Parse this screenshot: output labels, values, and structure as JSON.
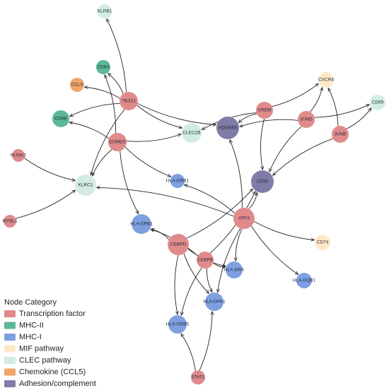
{
  "colors": {
    "tf": "#e08a8c",
    "mhc2": "#5cb896",
    "mhc1": "#7ea0e0",
    "mif": "#fde9c9",
    "clec": "#d3ece3",
    "ccl5": "#f0a56a",
    "adh": "#7f7ca8"
  },
  "nodes": [
    {
      "id": "KLRB1",
      "label": "KLRB1",
      "cat": "clec"
    },
    {
      "id": "CD8A",
      "label": "CD8A",
      "cat": "mhc2"
    },
    {
      "id": "CCL5",
      "label": "CCL5",
      "cat": "ccl5"
    },
    {
      "id": "TBX21",
      "label": "TBX21",
      "cat": "tf"
    },
    {
      "id": "CD8B",
      "label": "CD8B",
      "cat": "mhc2"
    },
    {
      "id": "EOMES",
      "label": "EOMES",
      "cat": "tf"
    },
    {
      "id": "RUNX2",
      "label": "RUNX2",
      "cat": "tf"
    },
    {
      "id": "KLRC1",
      "label": "KLRC1",
      "cat": "clec"
    },
    {
      "id": "MYBL1",
      "label": "MYBL1",
      "cat": "tf"
    },
    {
      "id": "CLEC2B",
      "label": "CLEC2B",
      "cat": "clec"
    },
    {
      "id": "ADGRE5",
      "label": "ADGRE5",
      "cat": "adh"
    },
    {
      "id": "CREM",
      "label": "CREM",
      "cat": "tf"
    },
    {
      "id": "CXCR4",
      "label": "CXCR4",
      "cat": "mif"
    },
    {
      "id": "CD69",
      "label": "CD69",
      "cat": "clec"
    },
    {
      "id": "JUND",
      "label": "JUND",
      "cat": "tf"
    },
    {
      "id": "JUNB",
      "label": "JUNB",
      "cat": "tf"
    },
    {
      "id": "HLA-DRB1",
      "label": "HLA-DRB1",
      "cat": "mhc1"
    },
    {
      "id": "CD55",
      "label": "CD55",
      "cat": "adh"
    },
    {
      "id": "ATF3",
      "label": "ATF3",
      "cat": "tf"
    },
    {
      "id": "HLA-DPB1",
      "label": "HLA-DPB1",
      "cat": "mhc1"
    },
    {
      "id": "CD74",
      "label": "CD74",
      "cat": "mif"
    },
    {
      "id": "CEBPD",
      "label": "CEBPD",
      "cat": "tf"
    },
    {
      "id": "CEBPB",
      "label": "CEBPB",
      "cat": "tf"
    },
    {
      "id": "HLA-DRA",
      "label": "HLA-DRA",
      "cat": "mhc1"
    },
    {
      "id": "HLA-DQB1",
      "label": "HLA-DQB1",
      "cat": "mhc1"
    },
    {
      "id": "HLA-DPA1",
      "label": "HLA-DPA1",
      "cat": "mhc1"
    },
    {
      "id": "HLA-DRB5",
      "label": "HLA-DRB5",
      "cat": "mhc1"
    },
    {
      "id": "STAT1",
      "label": "STAT1",
      "cat": "tf"
    }
  ],
  "edges": [
    [
      "TBX21",
      "KLRB1"
    ],
    [
      "TBX21",
      "CCL5"
    ],
    [
      "TBX21",
      "CD8A"
    ],
    [
      "TBX21",
      "CD8B"
    ],
    [
      "TBX21",
      "CLEC2B"
    ],
    [
      "TBX21",
      "ADGRE5"
    ],
    [
      "TBX21",
      "KLRC1"
    ],
    [
      "EOMES",
      "CD8A"
    ],
    [
      "EOMES",
      "CD8B"
    ],
    [
      "EOMES",
      "CLEC2B"
    ],
    [
      "EOMES",
      "HLA-DRB1"
    ],
    [
      "EOMES",
      "KLRC1"
    ],
    [
      "EOMES",
      "HLA-DPB1"
    ],
    [
      "RUNX2",
      "KLRC1"
    ],
    [
      "MYBL1",
      "KLRC1"
    ],
    [
      "CREM",
      "CLEC2B"
    ],
    [
      "CREM",
      "ADGRE5"
    ],
    [
      "CREM",
      "CXCR4"
    ],
    [
      "CREM",
      "CD55"
    ],
    [
      "JUND",
      "ADGRE5"
    ],
    [
      "JUND",
      "CXCR4"
    ],
    [
      "JUND",
      "CD69"
    ],
    [
      "JUND",
      "CD55"
    ],
    [
      "JUNB",
      "CXCR4"
    ],
    [
      "JUNB",
      "CD69"
    ],
    [
      "JUNB",
      "CD55"
    ],
    [
      "ATF3",
      "ADGRE5"
    ],
    [
      "ATF3",
      "HLA-DRB1"
    ],
    [
      "ATF3",
      "CD55"
    ],
    [
      "ATF3",
      "CD74"
    ],
    [
      "ATF3",
      "HLA-DRA"
    ],
    [
      "ATF3",
      "HLA-DQB1"
    ],
    [
      "ATF3",
      "HLA-DPA1"
    ],
    [
      "ATF3",
      "KLRC1"
    ],
    [
      "CEBPD",
      "HLA-DPB1"
    ],
    [
      "CEBPD",
      "HLA-DRA"
    ],
    [
      "CEBPD",
      "HLA-DPA1"
    ],
    [
      "CEBPD",
      "HLA-DRB5"
    ],
    [
      "CEBPD",
      "CD55"
    ],
    [
      "CEBPB",
      "HLA-DPB1"
    ],
    [
      "CEBPB",
      "HLA-DRA"
    ],
    [
      "CEBPB",
      "HLA-DPA1"
    ],
    [
      "CEBPB",
      "HLA-DRB5"
    ],
    [
      "CEBPB",
      "CD55"
    ],
    [
      "STAT1",
      "HLA-DPA1"
    ],
    [
      "STAT1",
      "HLA-DRB5"
    ]
  ],
  "legend": {
    "title": "Node Category",
    "items": [
      {
        "label": "Transcription factor",
        "cat": "tf"
      },
      {
        "label": "MHC-II",
        "cat": "mhc2"
      },
      {
        "label": "MHC-I",
        "cat": "mhc1"
      },
      {
        "label": "MIF pathway",
        "cat": "mif"
      },
      {
        "label": "CLEC pathway",
        "cat": "clec"
      },
      {
        "label": "Chemokine (CCL5)",
        "cat": "ccl5"
      },
      {
        "label": "Adhesion/complement",
        "cat": "adh"
      }
    ]
  }
}
